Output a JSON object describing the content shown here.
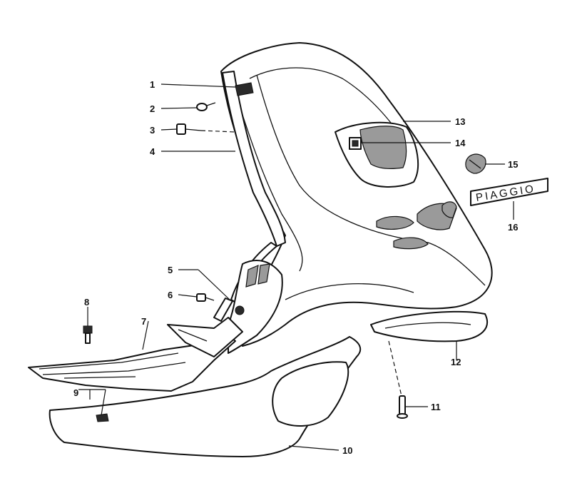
{
  "diagram": {
    "brand_badge_text": "PIAGGIO",
    "callouts": [
      {
        "id": "1",
        "label": "1"
      },
      {
        "id": "2",
        "label": "2"
      },
      {
        "id": "3",
        "label": "3"
      },
      {
        "id": "4",
        "label": "4"
      },
      {
        "id": "5",
        "label": "5"
      },
      {
        "id": "6",
        "label": "6"
      },
      {
        "id": "7",
        "label": "7"
      },
      {
        "id": "8",
        "label": "8"
      },
      {
        "id": "9",
        "label": "9"
      },
      {
        "id": "10",
        "label": "10"
      },
      {
        "id": "11",
        "label": "11"
      },
      {
        "id": "12",
        "label": "12"
      },
      {
        "id": "13",
        "label": "13"
      },
      {
        "id": "14",
        "label": "14"
      },
      {
        "id": "15",
        "label": "15"
      },
      {
        "id": "16",
        "label": "16"
      }
    ]
  }
}
